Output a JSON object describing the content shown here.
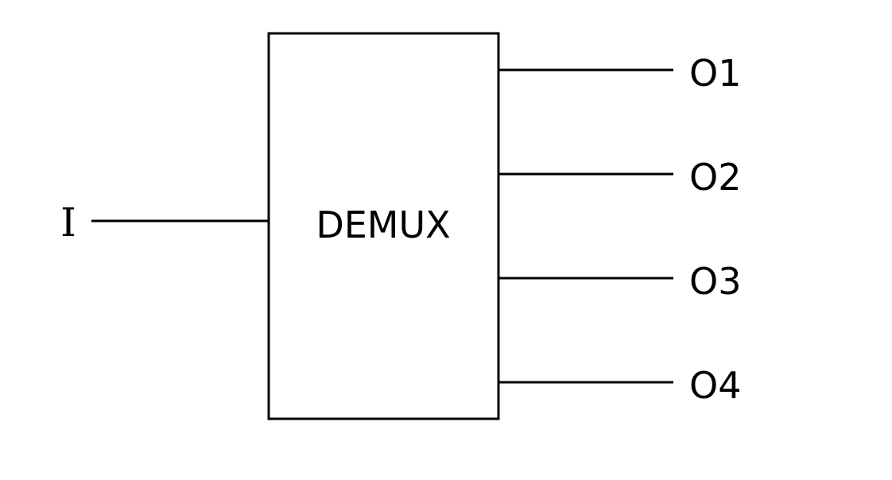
{
  "block": {
    "label": "DEMUX"
  },
  "input": {
    "label": "I"
  },
  "outputs": [
    {
      "label": "O1"
    },
    {
      "label": "O2"
    },
    {
      "label": "O3"
    },
    {
      "label": "O4"
    }
  ],
  "colors": {
    "stroke": "#000000",
    "background": "#ffffff"
  }
}
